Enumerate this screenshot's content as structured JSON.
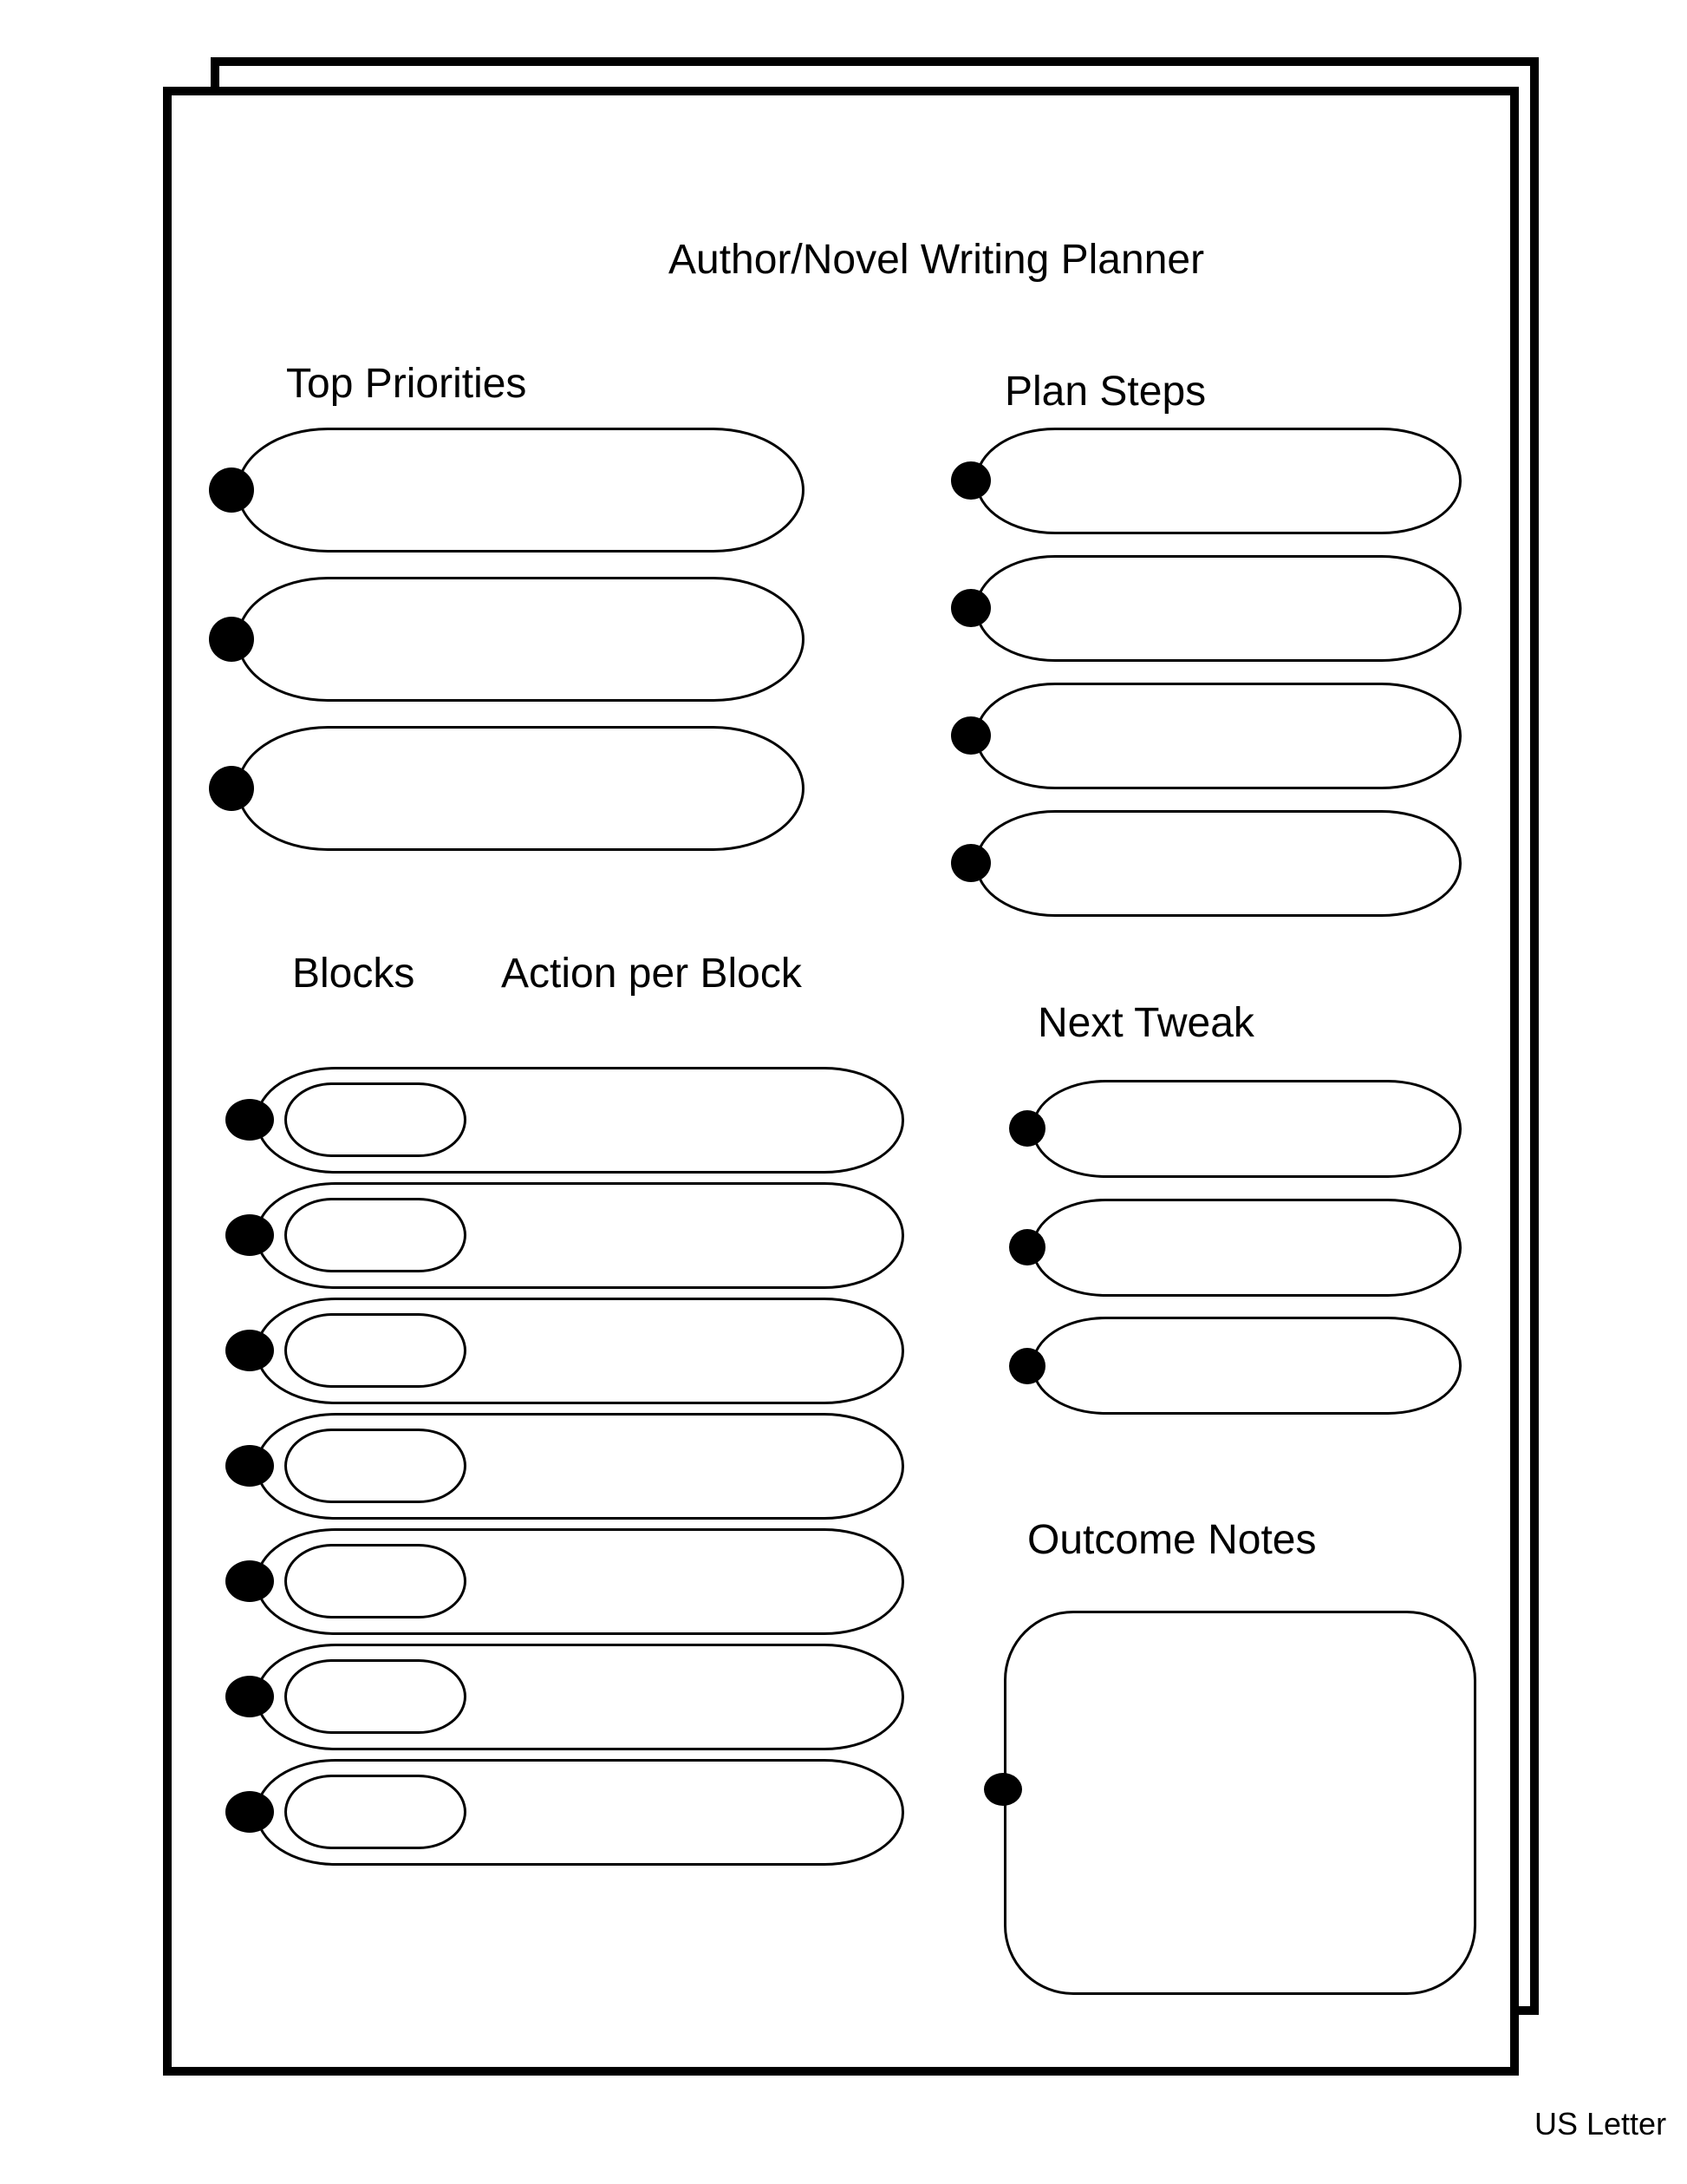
{
  "title": "Author/Novel Writing Planner",
  "paper_size_label": "US Letter",
  "colors": {
    "ink": "#000000",
    "paper": "#ffffff"
  },
  "sections": {
    "top_priorities": {
      "label": "Top Priorities",
      "fields": 3
    },
    "plan_steps": {
      "label": "Plan Steps",
      "fields": 4
    },
    "blocks": {
      "label": "Blocks",
      "fields": 7
    },
    "action_per_block": {
      "label": "Action per Block"
    },
    "next_tweak": {
      "label": "Next Tweak",
      "fields": 3
    },
    "outcome_notes": {
      "label": "Outcome Notes",
      "fields": 1
    }
  }
}
